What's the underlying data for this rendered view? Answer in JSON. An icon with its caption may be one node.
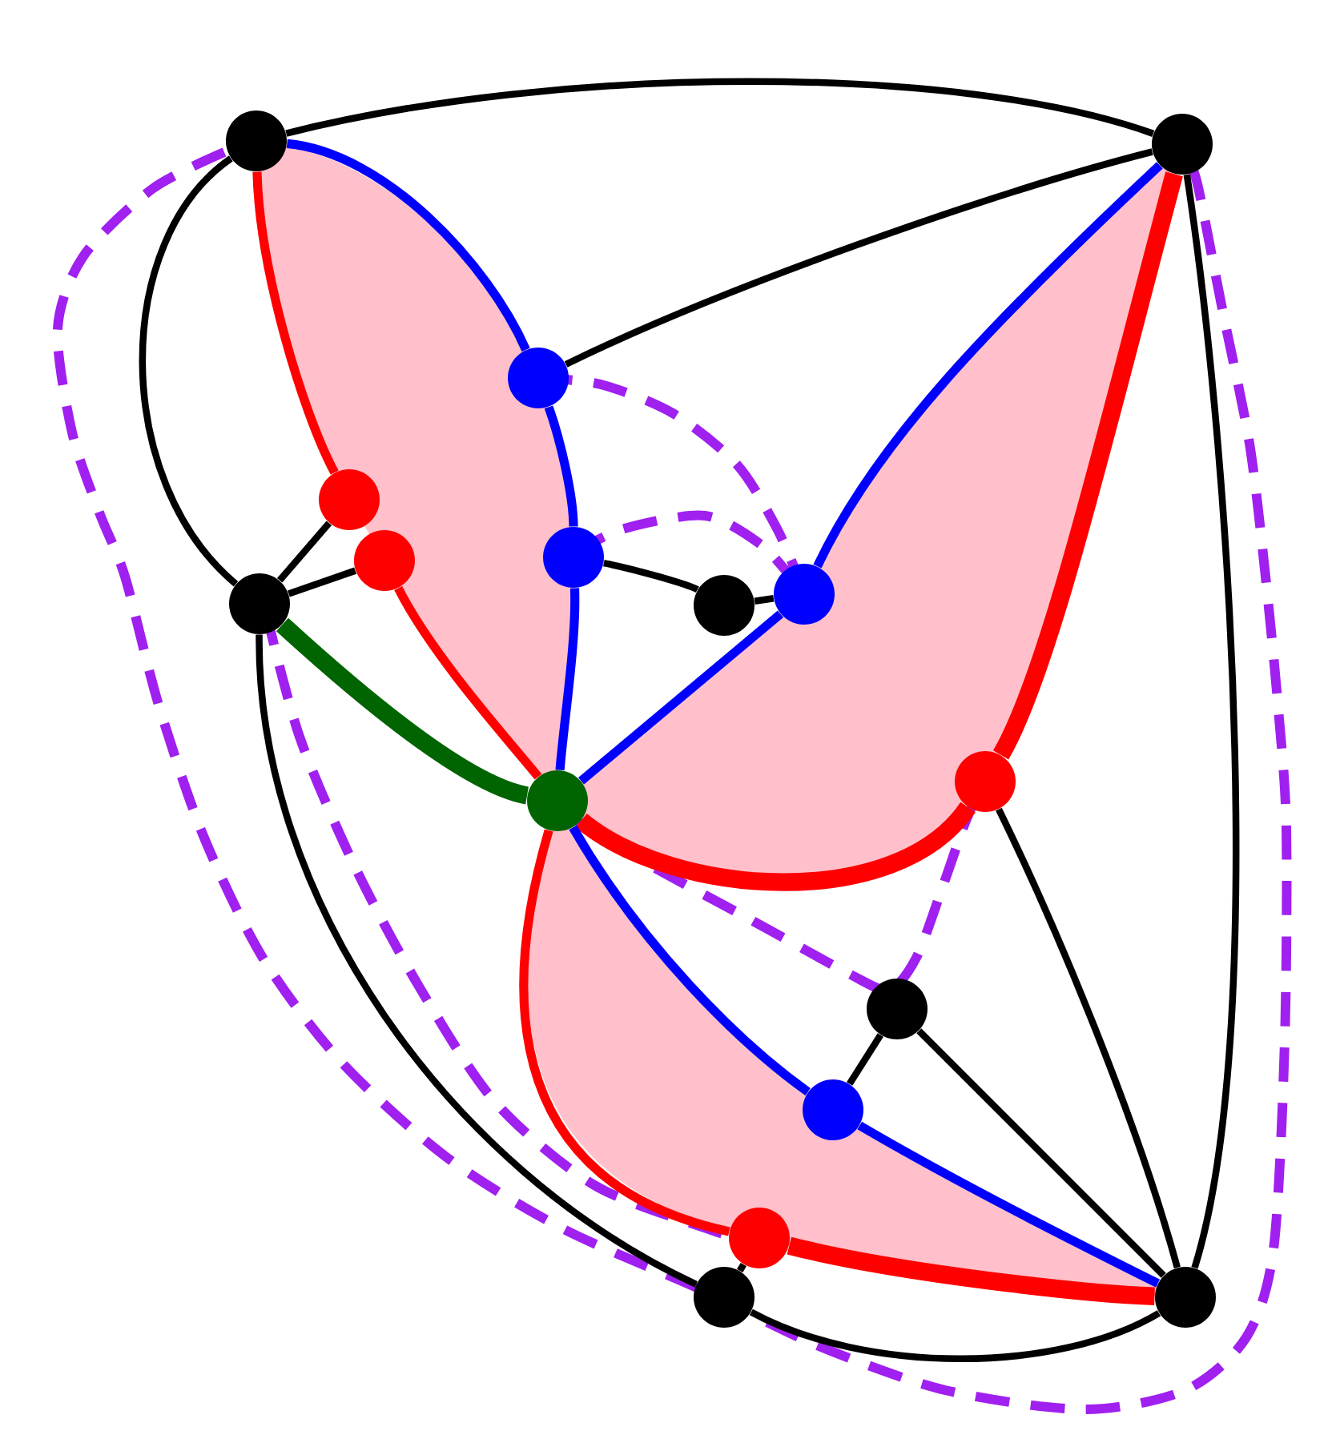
{
  "diagram": {
    "nodes": [
      {
        "text": [],
        "shape": "circle"
      },
      {
        "text": [],
        "shape": "circle"
      },
      {
        "text": [],
        "shape": "circle"
      },
      {
        "text": [],
        "shape": "circle"
      },
      {
        "text": [],
        "shape": "circle"
      },
      {
        "text": [],
        "shape": "circle"
      },
      {
        "text": [],
        "shape": "circle"
      },
      {
        "text": [],
        "shape": "circle"
      },
      {
        "text": [],
        "shape": "circle"
      },
      {
        "text": [],
        "shape": "circle"
      },
      {
        "text": [],
        "shape": "circle"
      },
      {
        "text": [],
        "shape": "circle"
      },
      {
        "text": [],
        "shape": "circle"
      },
      {
        "text": [],
        "shape": "circle"
      },
      {
        "text": [],
        "shape": "circle"
      },
      {
        "text": [],
        "shape": "circle"
      }
    ],
    "edges": [
      {
        "from": 0,
        "to": 1,
        "arrow": "none"
      },
      {
        "from": 0,
        "to": 2,
        "arrow": "none",
        "color": "#0000ff"
      },
      {
        "from": 0,
        "to": 3,
        "arrow": "none",
        "color": "#ff0000"
      },
      {
        "from": 0,
        "to": 7,
        "arrow": "none"
      },
      {
        "from": 1,
        "to": 2,
        "arrow": "none"
      },
      {
        "from": 1,
        "to": 6,
        "arrow": "none",
        "color": "#0000ff"
      },
      {
        "from": 1,
        "to": 9,
        "arrow": "none",
        "style": "thick",
        "color": "#ff0000"
      },
      {
        "from": 1,
        "to": 15,
        "arrow": "none"
      },
      {
        "from": 2,
        "to": 4,
        "arrow": "none",
        "color": "#0000ff"
      },
      {
        "from": 3,
        "to": 7,
        "arrow": "none"
      },
      {
        "from": 4,
        "to": 8,
        "arrow": "none"
      },
      {
        "from": 4,
        "to": 10,
        "arrow": "none",
        "color": "#0000ff"
      },
      {
        "from": 5,
        "to": 7,
        "arrow": "none"
      },
      {
        "from": 5,
        "to": 10,
        "arrow": "none",
        "color": "#ff0000"
      },
      {
        "from": 6,
        "to": 8,
        "arrow": "none"
      },
      {
        "from": 6,
        "to": 10,
        "arrow": "none",
        "color": "#0000ff"
      },
      {
        "from": 7,
        "to": 10,
        "arrow": "none",
        "style": "thick",
        "color": "#006400"
      },
      {
        "from": 7,
        "to": 14,
        "arrow": "none"
      },
      {
        "from": 9,
        "to": 10,
        "arrow": "none",
        "style": "thick",
        "color": "#ff0000"
      },
      {
        "from": 9,
        "to": 15,
        "arrow": "none"
      },
      {
        "from": 10,
        "to": 12,
        "arrow": "none",
        "color": "#0000ff"
      },
      {
        "from": 10,
        "to": 13,
        "arrow": "none",
        "color": "#ff0000"
      },
      {
        "from": 11,
        "to": 12,
        "arrow": "none"
      },
      {
        "from": 11,
        "to": 15,
        "arrow": "none"
      },
      {
        "from": 12,
        "to": 15,
        "arrow": "none",
        "color": "#0000ff"
      },
      {
        "from": 13,
        "to": 14,
        "arrow": "none"
      },
      {
        "from": 13,
        "to": 15,
        "arrow": "none",
        "style": "thick",
        "color": "#ff0000"
      },
      {
        "from": 14,
        "to": 15,
        "arrow": "none"
      }
    ]
  }
}
